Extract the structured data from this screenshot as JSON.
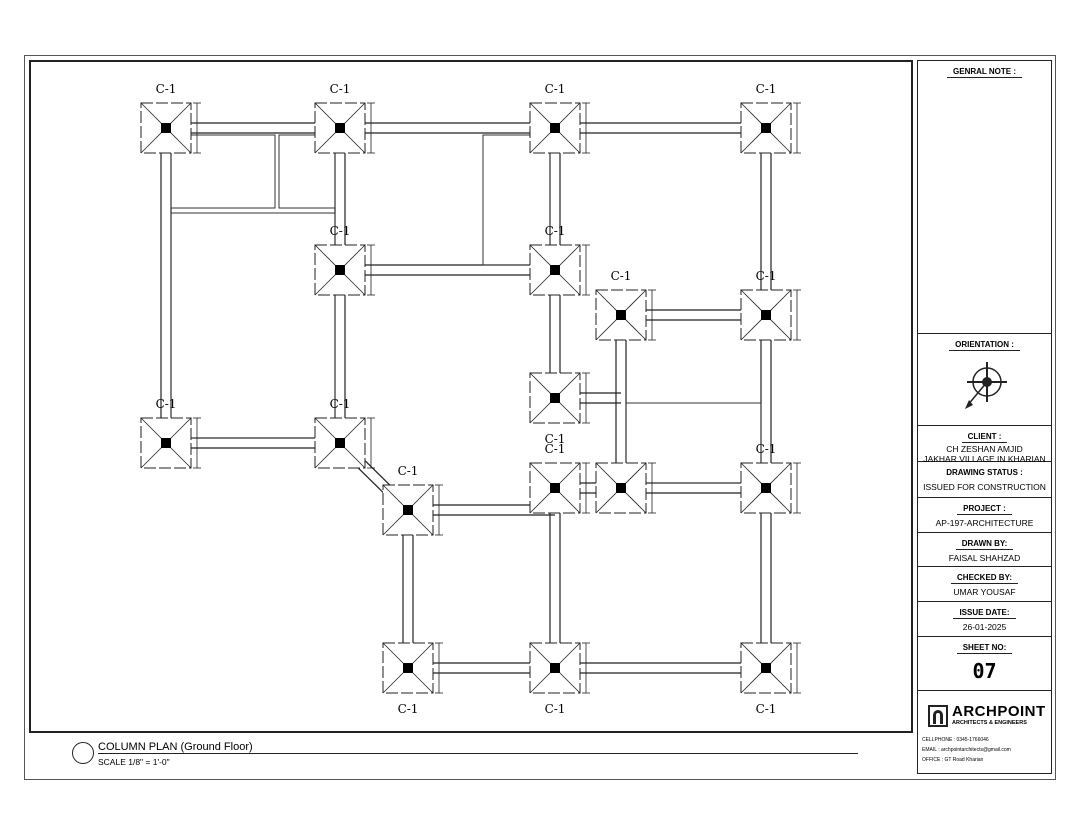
{
  "plan": {
    "column_label": "C-1",
    "title": "COLUMN PLAN (Ground Floor)",
    "scale": "SCALE   1/8\" = 1'-0\""
  },
  "title_block": {
    "general_note_label": "GENRAL NOTE :",
    "orientation_label": "ORIENTATION :",
    "client_label": "CLIENT :",
    "client_name": "CH ZESHAN AMJID",
    "client_address": "JAKHAR VILLAGE IN KHARIAN",
    "status_label": "DRAWING STATUS :",
    "status": "ISSUED FOR CONSTRUCTION",
    "project_label": "PROJECT :",
    "project": "AP-197-ARCHITECTURE",
    "drawn_label": "DRAWN BY:",
    "drawn": "FAISAL SHAHZAD",
    "checked_label": "CHECKED BY:",
    "checked": "UMAR YOUSAF",
    "date_label": "ISSUE DATE:",
    "date": "26-01-2025",
    "sheet_label": "SHEET NO:",
    "sheet": "07",
    "brand": "ARCHPOINT",
    "brand_sub": "ARCHITECTS & ENGINEERS",
    "cellphone": "CELLPHONE : 0345-1766046",
    "email": "EMAIL : archpointarchitects@gmail.com",
    "office": "OFFICE : GT Road Kharian"
  }
}
